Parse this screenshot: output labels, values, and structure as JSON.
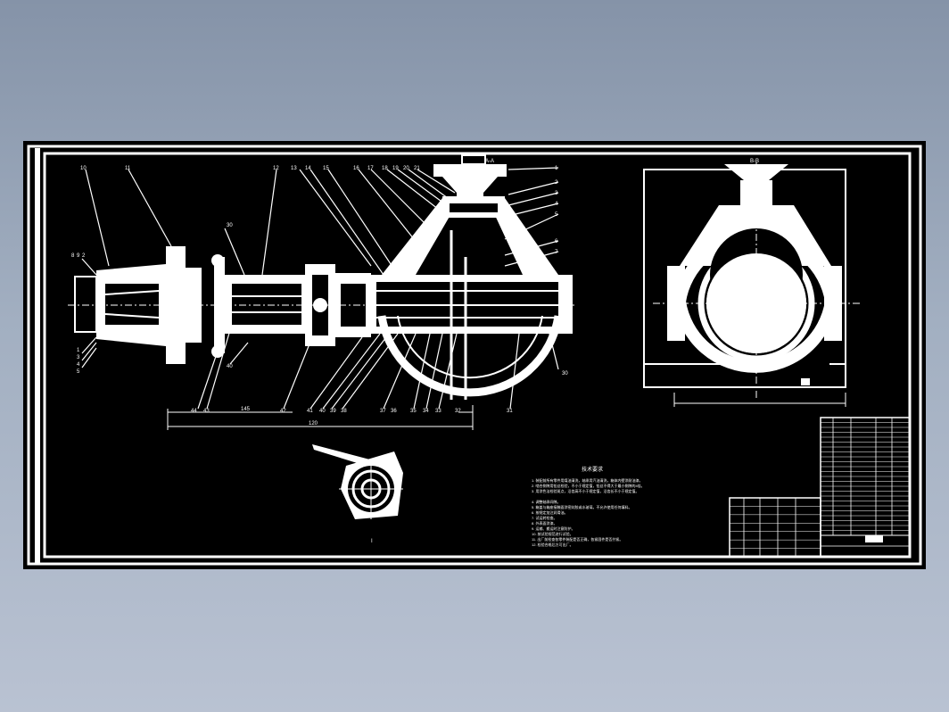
{
  "viewer": {
    "background_top": "#8593a8",
    "background_bottom": "#b9c2d2"
  },
  "drawing": {
    "line_color": "#ffffff",
    "paper_color": "#000000",
    "technical_requirements_title": "技术要求",
    "technical_requirements_lines": [
      "1. 装配前所有零件用煤油清洗，轴承用汽油清洗，箱体内壁涂耐油漆。",
      "2. 啮合侧隙用铅丝检验，不小于规定值，铅丝不得大于最小侧隙的4倍。",
      "3. 用涂色法检验斑点，沿齿高不小于规定值，沿齿长不小于规定值。",
      "4. 调整轴承间隙。",
      "5. 箱盖与箱座接触面涂密封胶或水玻璃，不允许使用任何填料。",
      "6. 按规定加注润滑油。",
      "7. 试运转检查。",
      "8. 外表面涂漆。",
      "9. 运输、搬运时注意防护。",
      "10. 按试验规范进行试验。",
      "11. 出厂前检查各零件装配是否正确，各紧固件是否拧紧。",
      "12. 检验合格后方可出厂。"
    ],
    "part_labels_top": [
      "10",
      "11",
      "12",
      "13",
      "14",
      "15",
      "16",
      "17",
      "18",
      "19",
      "20",
      "21"
    ],
    "part_labels_right": [
      "1",
      "2",
      "3",
      "4",
      "5",
      "6",
      "7"
    ],
    "part_labels_bottom": [
      "44",
      "43",
      "42",
      "41",
      "40",
      "39",
      "38",
      "37",
      "36",
      "35",
      "34",
      "33",
      "32",
      "31",
      "30"
    ],
    "part_labels_left": [
      "8",
      "9",
      "2",
      "1",
      "3",
      "4",
      "5"
    ],
    "section_label_front": "A-A",
    "section_label_side": "B-B",
    "detail_label": "I",
    "dimension_labels": [
      "120",
      "30",
      "145",
      "40"
    ],
    "parts_list_rows": 24,
    "title_block_rows": 7
  }
}
